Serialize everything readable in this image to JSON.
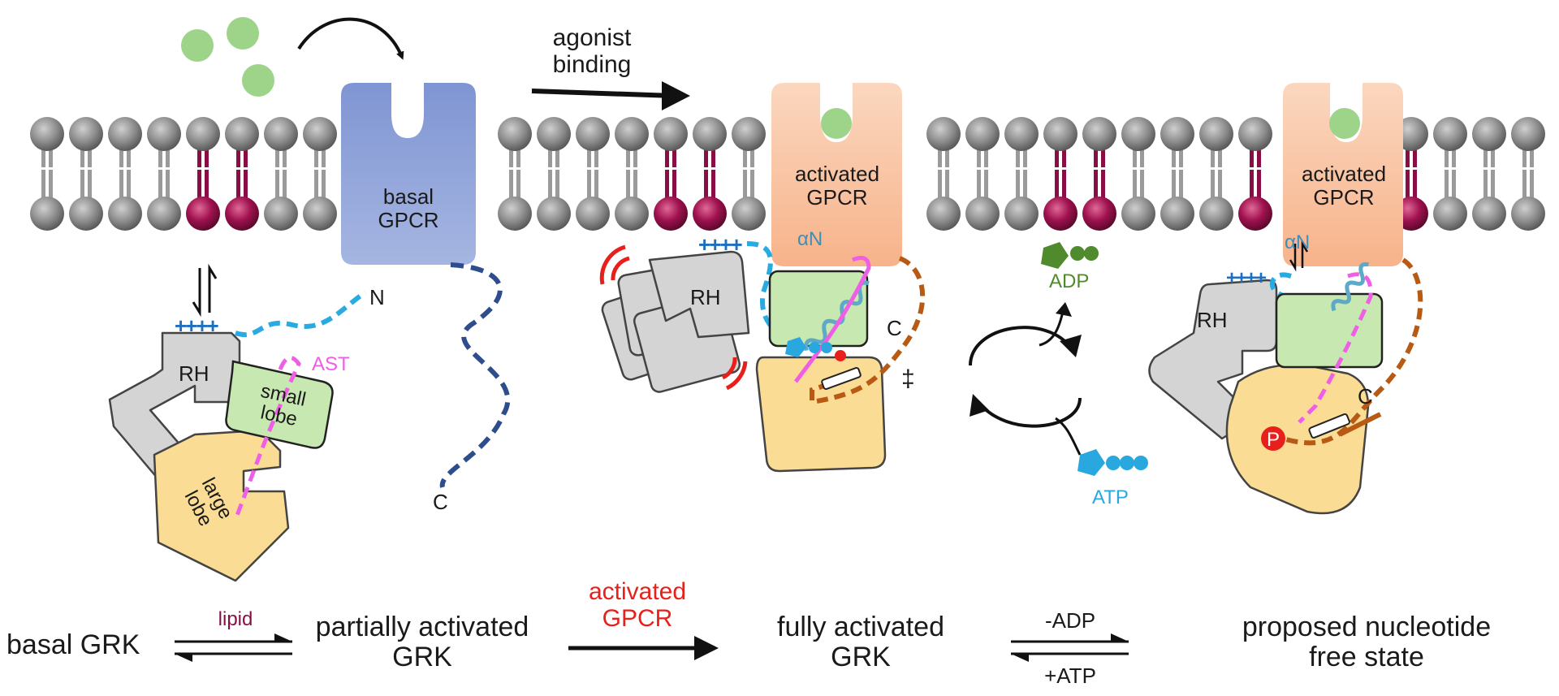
{
  "colors": {
    "ligand": "#9dd48a",
    "basal_gpcr": "#8fa3d8",
    "activated_gpcr": "#f9c7a6",
    "rh_domain": "#d4d4d4",
    "small_lobe": "#c7e8b0",
    "large_lobe": "#fbdc94",
    "n_terminus": "#29abe2",
    "ast_loop": "#ee5fe5",
    "c_tail": "#b85a14",
    "gpcr_c_tail": "#2d4d8c",
    "lipid_headgroup": "#8a0e45",
    "adp": "#4f8a2d",
    "atp": "#29a8e0",
    "red_accent": "#e8201c"
  },
  "icons": [
    "ligand-circle",
    "curved-arrow",
    "equilibrium-arrow",
    "cycle-arrows",
    "adp-molecule",
    "atp-molecule",
    "phosphate-badge"
  ],
  "diagram": {
    "agonist_label": [
      "agonist",
      "binding"
    ],
    "basal_gpcr": [
      "basal",
      "GPCR"
    ],
    "activated_gpcr": [
      "activated",
      "GPCR"
    ],
    "domains": {
      "rh": "RH",
      "small_lobe": [
        "small",
        "lobe"
      ],
      "large_lobe": [
        "large",
        "lobe"
      ],
      "ast": "AST",
      "n_term": "N",
      "c_term": "C",
      "alpha_n": "αN",
      "phospho": "P",
      "positive_charge": "++++",
      "dagger": "‡"
    },
    "nucleotides": {
      "adp": "ADP",
      "atp": "ATP"
    }
  },
  "scheme": {
    "state1": "basal GRK",
    "step1_label": "lipid",
    "state2": [
      "partially activated",
      "GRK"
    ],
    "step2_label": [
      "activated",
      "GPCR"
    ],
    "state3": [
      "fully activated",
      "GRK"
    ],
    "step3_top": "-ADP",
    "step3_bottom": "+ATP",
    "state4": [
      "proposed nucleotide",
      "free state"
    ]
  }
}
